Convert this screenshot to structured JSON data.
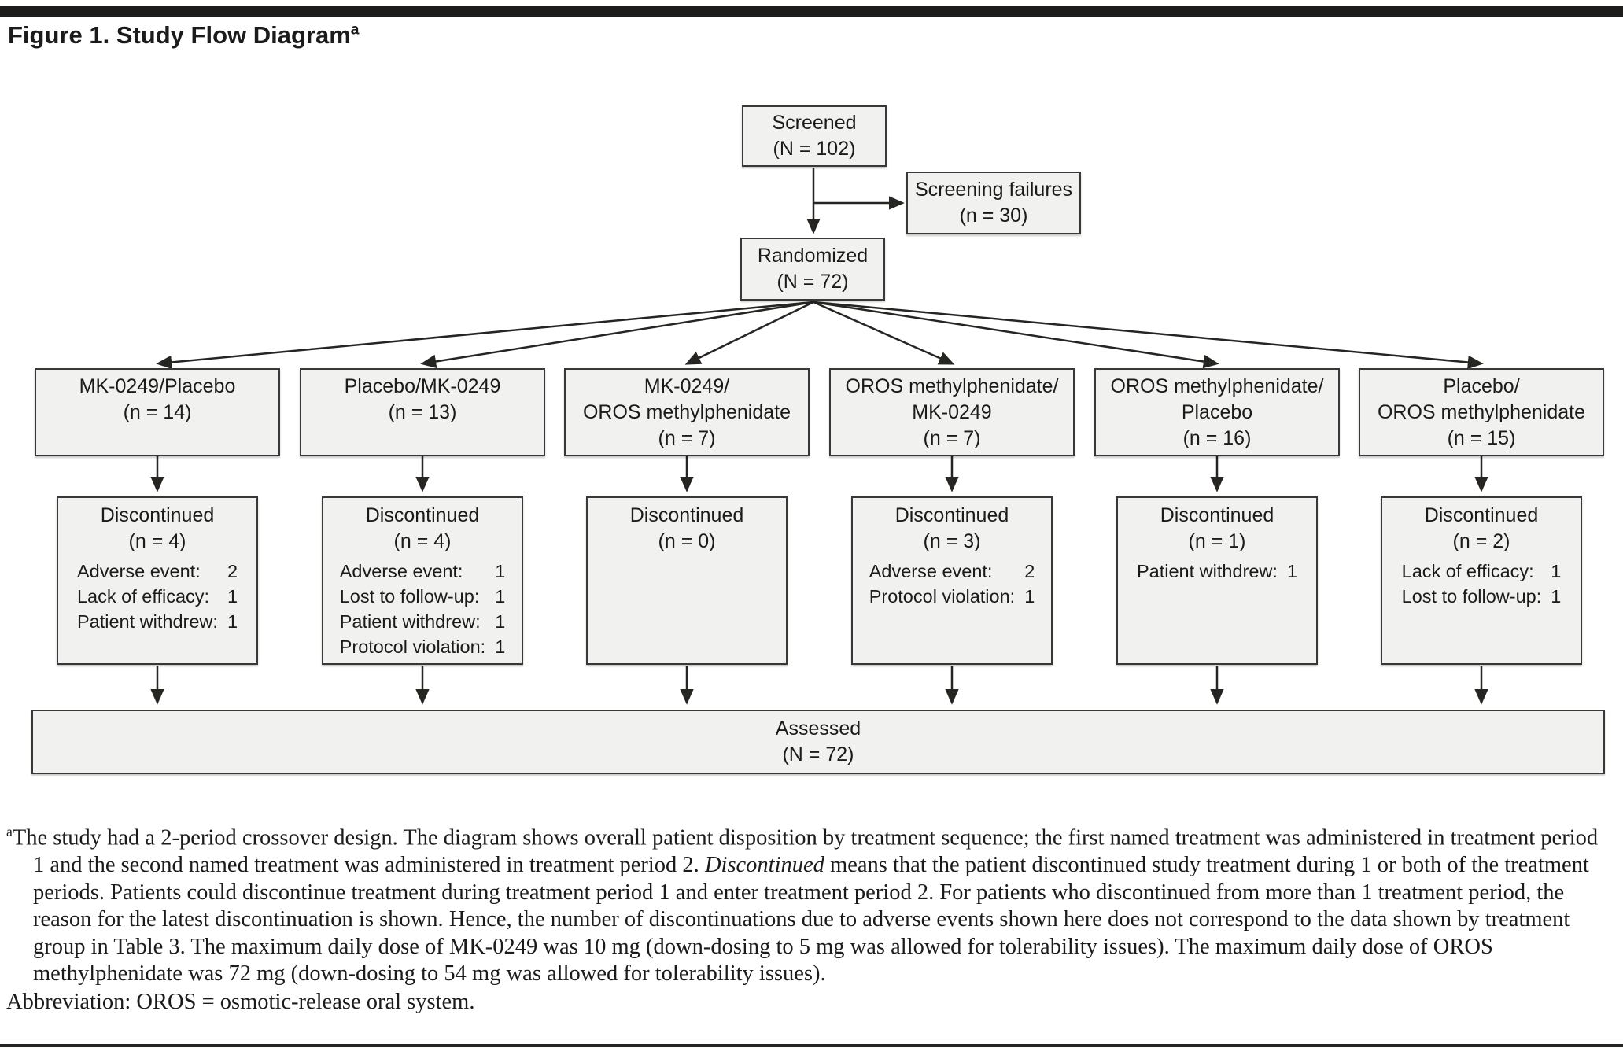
{
  "colors": {
    "accent_bar": "#1d1c1b",
    "box_fill": "#f1f1ef",
    "box_border": "#393837",
    "arrow": "#262522",
    "text": "#1c1b1a"
  },
  "title": {
    "text": "Figure 1. Study Flow Diagram",
    "superscript": "a"
  },
  "flow": {
    "screened": {
      "label": "Screened",
      "n": "(N = 102)"
    },
    "screening_failures": {
      "label": "Screening failures",
      "n": "(n = 30)"
    },
    "randomized": {
      "label": "Randomized",
      "n": "(N = 72)"
    },
    "arms": [
      {
        "name": "MK-0249/Placebo",
        "n": "(n = 14)",
        "discontinued": {
          "label": "Discontinued",
          "n": "(n = 4)",
          "reasons": [
            {
              "label": "Adverse event:",
              "value": "2"
            },
            {
              "label": "Lack of efficacy:",
              "value": "1"
            },
            {
              "label": "Patient withdrew:",
              "value": "1"
            }
          ]
        }
      },
      {
        "name": "Placebo/MK-0249",
        "n": "(n = 13)",
        "discontinued": {
          "label": "Discontinued",
          "n": "(n = 4)",
          "reasons": [
            {
              "label": "Adverse event:",
              "value": "1"
            },
            {
              "label": "Lost to follow-up:",
              "value": "1"
            },
            {
              "label": "Patient withdrew:",
              "value": "1"
            },
            {
              "label": "Protocol violation:",
              "value": "1"
            }
          ]
        }
      },
      {
        "name": "MK-0249/\nOROS methylphenidate",
        "n": "(n = 7)",
        "discontinued": {
          "label": "Discontinued",
          "n": "(n = 0)",
          "reasons": []
        }
      },
      {
        "name": "OROS methylphenidate/\nMK-0249",
        "n": "(n = 7)",
        "discontinued": {
          "label": "Discontinued",
          "n": "(n = 3)",
          "reasons": [
            {
              "label": "Adverse event:",
              "value": "2"
            },
            {
              "label": "Protocol violation:",
              "value": "1"
            }
          ]
        }
      },
      {
        "name": "OROS methylphenidate/\nPlacebo",
        "n": "(n = 16)",
        "discontinued": {
          "label": "Discontinued",
          "n": "(n = 1)",
          "reasons": [
            {
              "label": "Patient withdrew:",
              "value": "1"
            }
          ]
        }
      },
      {
        "name": "Placebo/\nOROS methylphenidate",
        "n": "(n = 15)",
        "discontinued": {
          "label": "Discontinued",
          "n": "(n = 2)",
          "reasons": [
            {
              "label": "Lack of efficacy:",
              "value": "1"
            },
            {
              "label": "Lost to follow-up:",
              "value": "1"
            }
          ]
        }
      }
    ],
    "assessed": {
      "label": "Assessed",
      "n": "(N = 72)"
    }
  },
  "footnote": {
    "marker": "a",
    "segments": [
      {
        "text": "The study had a 2-period crossover design. The diagram shows overall patient disposition by treatment sequence; the first named treatment was administered in treatment period 1 and the second named treatment was administered in treatment period 2. ",
        "italic": false
      },
      {
        "text": "Discontinued",
        "italic": true
      },
      {
        "text": " means that the patient discontinued study treatment during 1 or both of the treatment periods. Patients could discontinue treatment during treatment period 1 and enter treatment period 2. For patients who discontinued from more than 1 treatment period, the reason for the latest discontinuation is shown. Hence, the number of discontinuations due to adverse events shown here does not correspond to the data shown by treatment group in Table 3. The maximum daily dose of MK-0249 was 10 mg (down-dosing to 5 mg was allowed for tolerability issues). The maximum daily dose of OROS methylphenidate was 72 mg (down-dosing to 54 mg was allowed for tolerability issues).",
        "italic": false
      }
    ],
    "abbreviation": "Abbreviation: OROS = osmotic-release oral system."
  }
}
